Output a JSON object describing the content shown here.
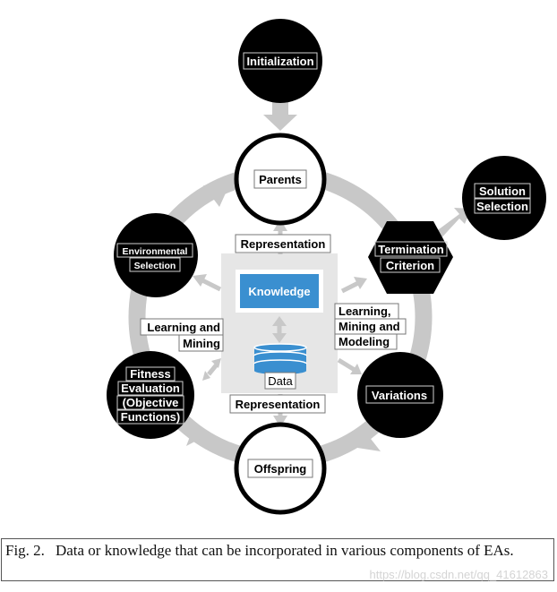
{
  "nodes": {
    "initialization": "Initialization",
    "parents": "Parents",
    "solution_selection": [
      "Solution",
      "Selection"
    ],
    "termination_criterion": [
      "Termination",
      "Criterion"
    ],
    "variations": "Variations",
    "offspring": "Offspring",
    "fitness_evaluation": [
      "Fitness",
      "Evaluation",
      "(Objective",
      "Functions)"
    ],
    "environmental_selection": [
      "Environmental",
      "Selection"
    ]
  },
  "center": {
    "knowledge": "Knowledge",
    "data": "Data",
    "representation_top": "Representation",
    "representation_bottom": "Representation",
    "learning_mining_left": [
      "Learning and",
      "Mining"
    ],
    "learning_mining_modeling_right": [
      "Learning,",
      "Mining and",
      "Modeling"
    ]
  },
  "caption": {
    "figure": "Fig. 2.",
    "text": "Data or knowledge that can be incorporated in various components of EAs."
  },
  "watermark": "https://blog.csdn.net/qq_41612863",
  "colors": {
    "node_fill": "#000000",
    "ring": "#c8c8c8",
    "knowledge_box": "#3a8fd0",
    "data_cylinder": "#3a8fd0",
    "center_panel": "#e6e6e6"
  }
}
